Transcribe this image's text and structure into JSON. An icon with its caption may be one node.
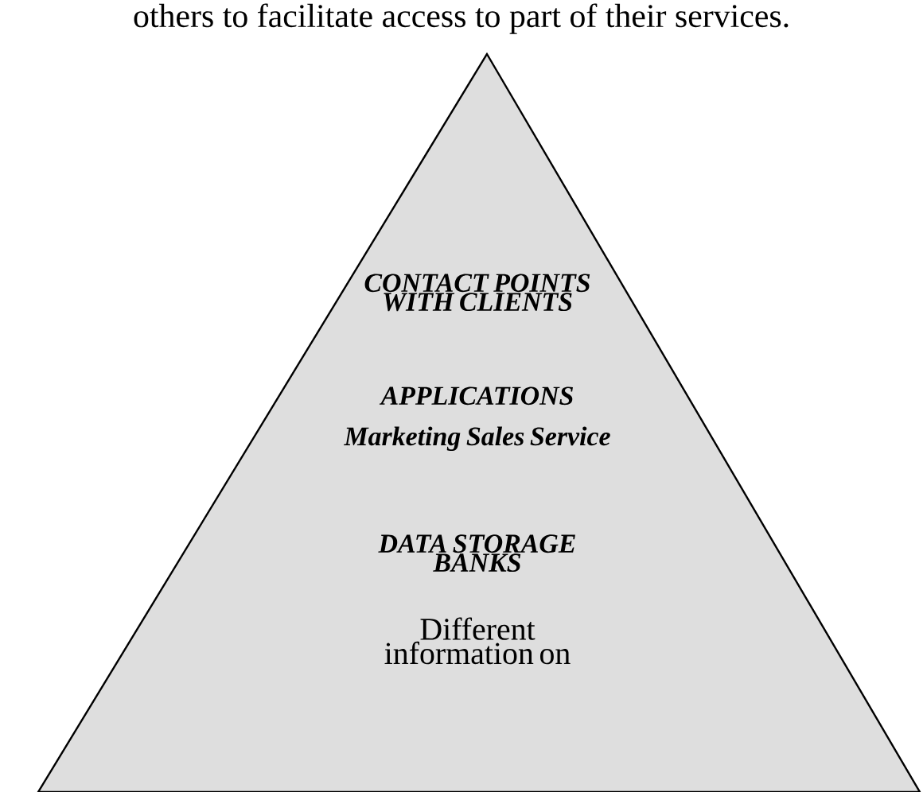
{
  "diagram": {
    "nodes": [
      {
        "text": [
          "CONTACT POINTS WITH CLIENTS",
          "APPLICATIONS",
          "Marketing Sales Service",
          "DATA STORAGE BANKS",
          "Different information on"
        ]
      }
    ],
    "labels": [
      "others to facilitate access to part of their services."
    ]
  }
}
